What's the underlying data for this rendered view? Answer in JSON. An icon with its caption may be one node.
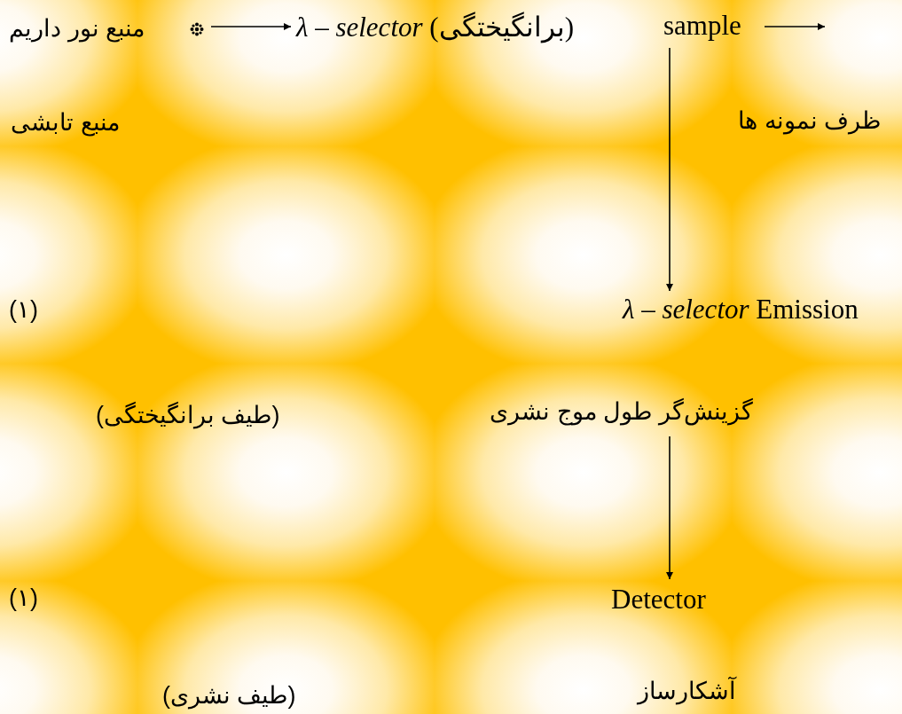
{
  "diagram": {
    "nodes": [
      {
        "text": [
          "منبع نور داریم",
          "منبع تابشی"
        ]
      },
      {
        "text": [
          "*λ – selector* (برانگیختگی)"
        ]
      },
      {
        "text": [
          "sample"
        ],
        "beside": [
          "ظرف نمونه ها"
        ]
      },
      {
        "text": [
          "*λ – selector* Emission",
          "گزینش‌گر طول موج نشری"
        ]
      },
      {
        "text": [
          "Detector",
          "آشکارساز"
        ]
      }
    ],
    "edges": [
      {
        "from": 0,
        "to": 1,
        "arrow": "to"
      },
      {
        "from": 2,
        "to": null,
        "arrow": "to"
      },
      {
        "from": 2,
        "to": 3,
        "arrow": "to"
      },
      {
        "from": 3,
        "to": 4,
        "arrow": "to"
      }
    ],
    "labels": [
      "(۱)",
      "(طیف برانگیختگی)",
      "(۱)",
      "(طیف نشری)"
    ]
  }
}
